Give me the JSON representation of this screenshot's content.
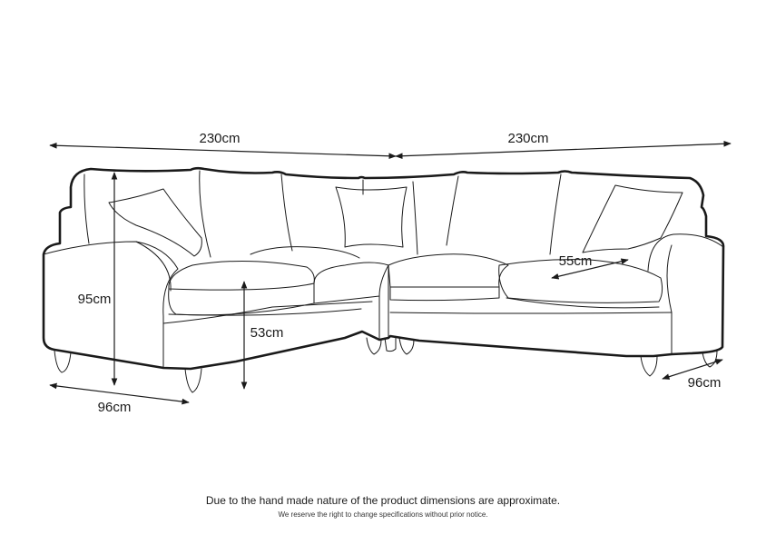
{
  "diagram": {
    "dimensions": {
      "left_width": "230cm",
      "right_width": "230cm",
      "height": "95cm",
      "seat_height": "53cm",
      "seat_depth": "55cm",
      "left_depth": "96cm",
      "right_depth": "96cm"
    }
  },
  "footer": {
    "notice": "Due to the hand made nature of the product dimensions are approximate.",
    "subnotice": "We reserve the right to change specifications without prior notice."
  },
  "colors": {
    "outline": "#1a1a1a",
    "background": "#ffffff"
  }
}
